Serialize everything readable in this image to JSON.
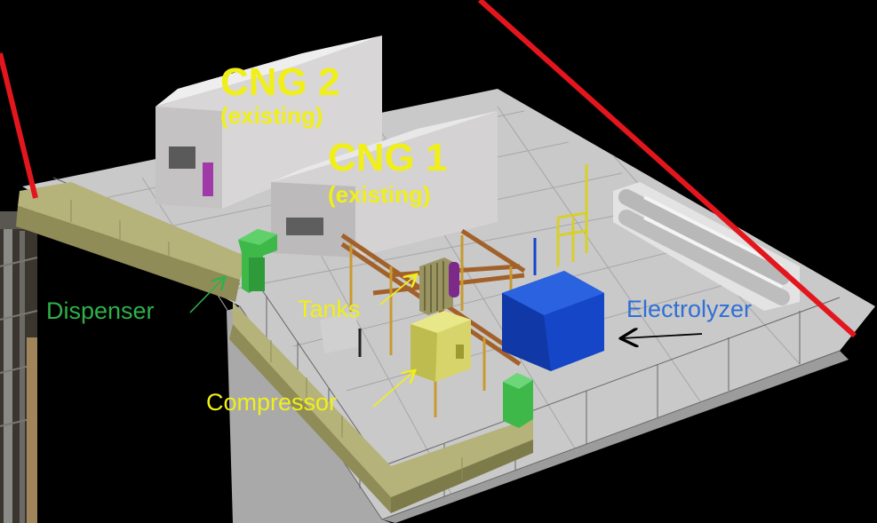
{
  "labels": {
    "cng2_title": "CNG 2",
    "cng2_sub": "(existing)",
    "cng1_title": "CNG 1",
    "cng1_sub": "(existing)",
    "dispenser": "Dispenser",
    "tanks": "Tanks",
    "compressor": "Compressor",
    "electrolyzer": "Electrolyzer"
  },
  "colors": {
    "background": "#000000",
    "yellow_label": "#f0ef1a",
    "green_label": "#2fb04a",
    "blue_label": "#2f6fd6",
    "red_line": "#e3161e",
    "barrier": "#b5b27a",
    "slab": "#c9c9c9",
    "building": "#d8d6d6",
    "electrolyzer": "#1546c8",
    "compressor": "#d6d46a",
    "dispenser": "#3fb84a",
    "pipe_rack": "#a2612a"
  },
  "icons": {
    "arrow": "thin-arrow-line"
  }
}
